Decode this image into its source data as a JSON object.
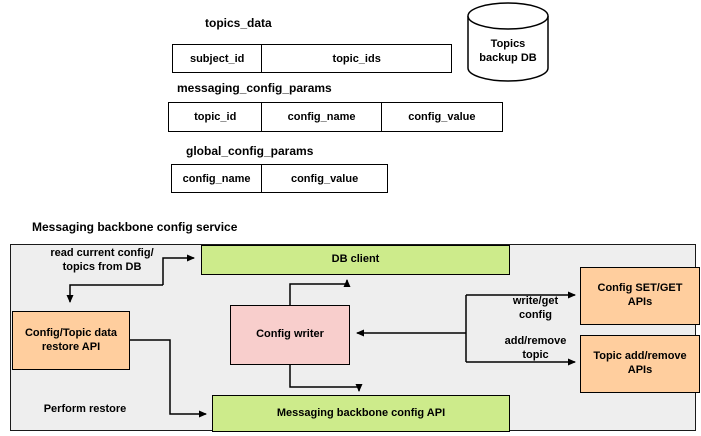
{
  "colors": {
    "green": "#cdeb8b",
    "pink": "#f8cecc",
    "orange": "#ffce9e",
    "container_bg": "#eeeeee",
    "line": "#000000"
  },
  "tables": {
    "topics_data": {
      "title": "topics_data",
      "columns": [
        "subject_id",
        "topic_ids"
      ]
    },
    "messaging_config_params": {
      "title": "messaging_config_params",
      "columns": [
        "topic_id",
        "config_name",
        "config_value"
      ]
    },
    "global_config_params": {
      "title": "global_config_params",
      "columns": [
        "config_name",
        "config_value"
      ]
    }
  },
  "database": {
    "line1": "Topics",
    "line2": "backup DB"
  },
  "service": {
    "title": "Messaging backbone config service",
    "boxes": {
      "db_client": "DB client",
      "config_writer": "Config writer",
      "restore_api_line1": "Config/Topic data",
      "restore_api_line2": "restore API",
      "msg_api": "Messaging backbone config API",
      "set_get_line1": "Config SET/GET",
      "set_get_line2": "APIs",
      "topic_api_line1": "Topic add/remove",
      "topic_api_line2": "APIs"
    },
    "labels": {
      "read_config_line1": "read current config/",
      "read_config_line2": "topics from DB",
      "perform_restore": "Perform restore",
      "write_get_line1": "write/get",
      "write_get_line2": "config",
      "add_remove_line1": "add/remove",
      "add_remove_line2": "topic"
    }
  }
}
